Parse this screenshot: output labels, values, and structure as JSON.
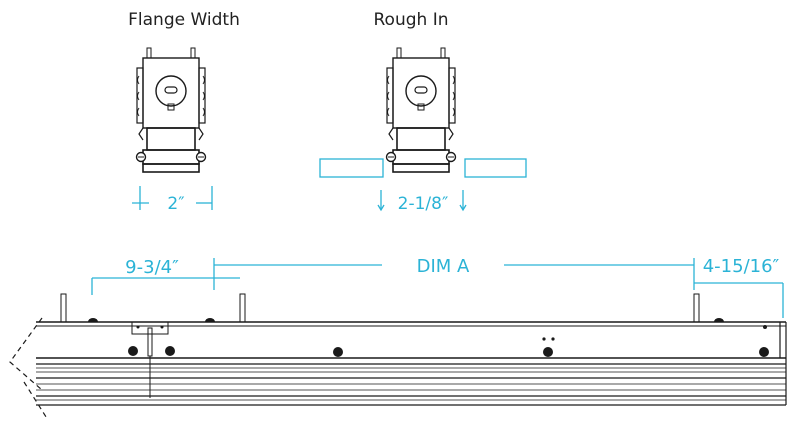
{
  "views": {
    "flange": {
      "title": "Flange Width",
      "dimension": "2″"
    },
    "rough": {
      "title": "Rough In",
      "dimension": "2-1/8″"
    }
  },
  "fixture": {
    "dim_left": "9-3/4″",
    "dim_center": "DIM A",
    "dim_right": "4-15/16″"
  },
  "colors": {
    "dimension": "#2bb3d6",
    "line": "#1a1a1a"
  }
}
